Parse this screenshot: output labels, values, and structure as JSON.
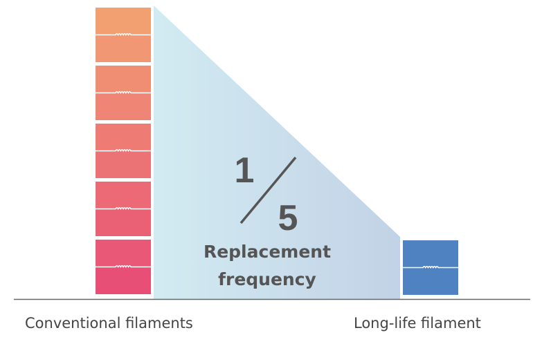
{
  "ratio": {
    "numerator": "1",
    "denominator": "5"
  },
  "caption": {
    "line1": "Replacement",
    "line2": "frequency"
  },
  "labels": {
    "conventional": "Conventional filaments",
    "long_life": "Long-life filament"
  },
  "conventional_filament_count": 5,
  "long_life_filament_count": 1,
  "colors": {
    "conventional_top": "#F2A072",
    "conventional_bottom": "#E84F77",
    "long_life": "#4E82C1",
    "wedge_light": "#D2EBF2",
    "wedge_dark": "#C2D2E6",
    "text_dark": "#555555",
    "baseline": "#666666"
  }
}
